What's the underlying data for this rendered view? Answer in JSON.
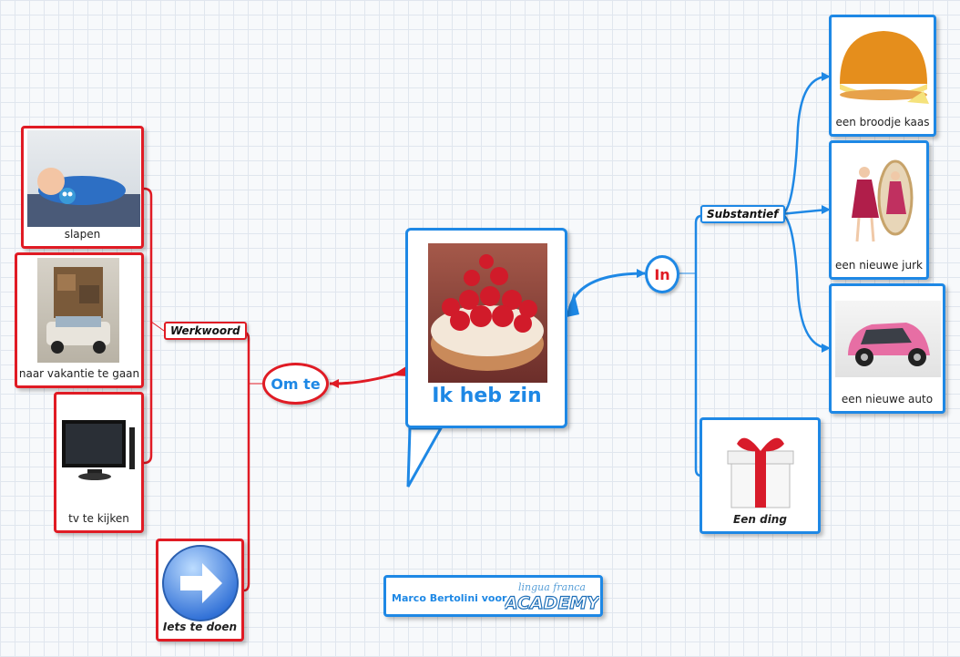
{
  "central": {
    "title": "Ik heb zin"
  },
  "connectors": {
    "left": "Om te",
    "right": "In"
  },
  "left_branch": {
    "label": "Werkwoord",
    "items": [
      {
        "caption": "slapen",
        "image": "sleeping-baby-photo"
      },
      {
        "caption": "naar vakantie te gaan",
        "image": "overloaded-car-photo"
      },
      {
        "caption": "tv te kijken",
        "image": "flat-tv-photo"
      }
    ],
    "extra": {
      "caption": "Iets te doen",
      "image": "arrow-right-icon"
    }
  },
  "right_branch": {
    "label": "Substantief",
    "items": [
      {
        "caption": "een broodje kaas",
        "image": "cheese-sandwich-photo"
      },
      {
        "caption": "een nieuwe jurk",
        "image": "dress-mirror-photo"
      },
      {
        "caption": "een nieuwe auto",
        "image": "pink-car-photo"
      }
    ],
    "extra": {
      "caption": "Een ding",
      "image": "gift-box-icon"
    }
  },
  "credit": {
    "author": "Marco Bertolini voor",
    "logo_script": "lingua franca",
    "logo_main": "ACADEMY"
  },
  "colors": {
    "red": "#e01b24",
    "blue": "#1e88e5"
  }
}
